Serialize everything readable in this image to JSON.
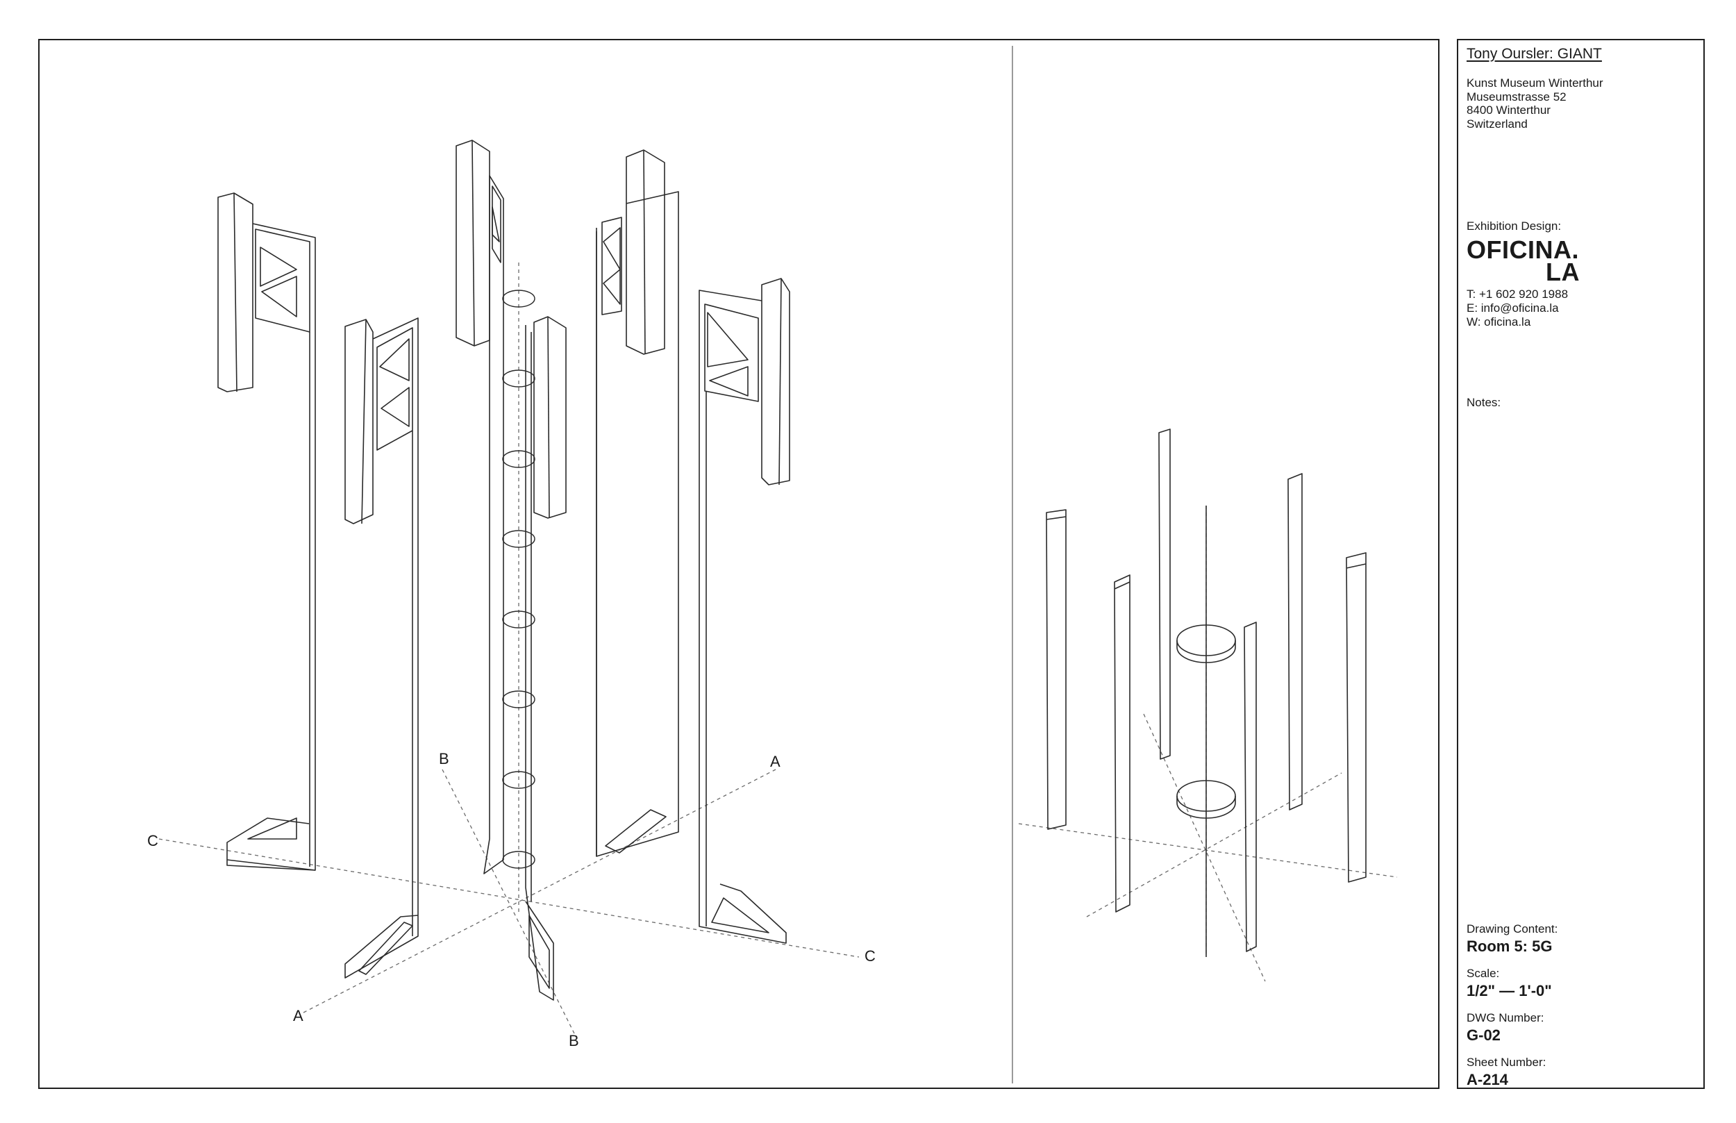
{
  "sheet": {
    "project_title": "Tony Oursler: GIANT",
    "address": [
      "Kunst Museum Winterthur",
      "Museumstrasse 52",
      "8400 Winterthur",
      "Switzerland"
    ],
    "exhibition_design_label": "Exhibition Design:",
    "logo": {
      "line1": "OFICINA.",
      "line2": "LA"
    },
    "contact": {
      "phone": "T: +1 602 920 1988",
      "email": "E: info@oficina.la",
      "web": "W: oficina.la"
    },
    "notes_label": "Notes:",
    "drawing_content_label": "Drawing Content:",
    "drawing_content": "Room 5: 5G",
    "scale_label": "Scale:",
    "scale": "1/2\" — 1'-0\"",
    "dwg_number_label": "DWG Number:",
    "dwg_number": "G-02",
    "sheet_number_label": "Sheet Number:",
    "sheet_number": "A-214"
  },
  "drawing": {
    "section_markers": {
      "a": "A",
      "b": "B",
      "c": "C"
    },
    "line_color": "#2a2a2a",
    "dash_color": "#6a6a6a"
  }
}
